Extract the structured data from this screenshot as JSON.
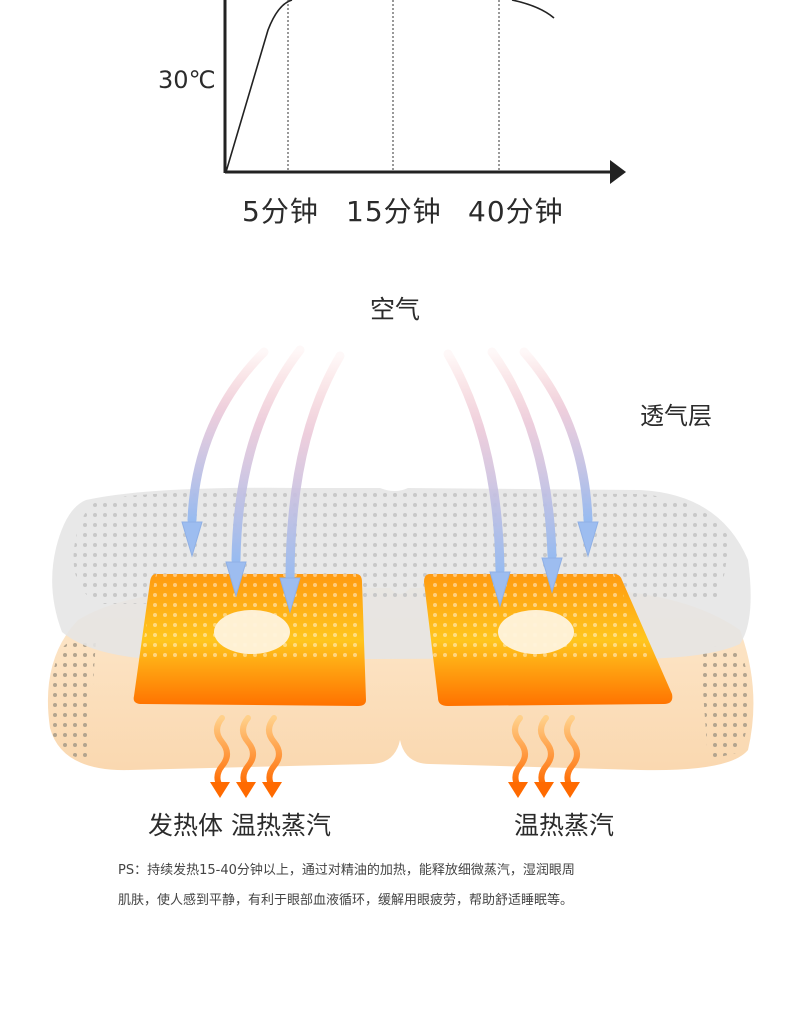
{
  "graph": {
    "temperature_label": "30℃",
    "time_labels": [
      "5分钟",
      "15分钟",
      "40分钟"
    ]
  },
  "diagram": {
    "air_label": "空气",
    "breathable_layer_label": "透气层",
    "left_label": "发热体 温热蒸汽",
    "right_label": "温热蒸汽"
  },
  "note": {
    "line1": "PS：持续发热15-40分钟以上，通过对精油的加热，能释放细微蒸汽，湿润眼周",
    "line2": "肌肤，使人感到平静，有利于眼部血液循环，缓解用眼疲劳，帮助舒适睡眠等。"
  },
  "colors": {
    "heat_orange": "#ff7a00",
    "heat_yellow": "#ffc81e",
    "arrow_blue": "#a9c3ea",
    "arrow_pink": "#f6b8b8",
    "pad_beige": "#fbe1c0",
    "layer_gray": "#e6e6e6"
  }
}
